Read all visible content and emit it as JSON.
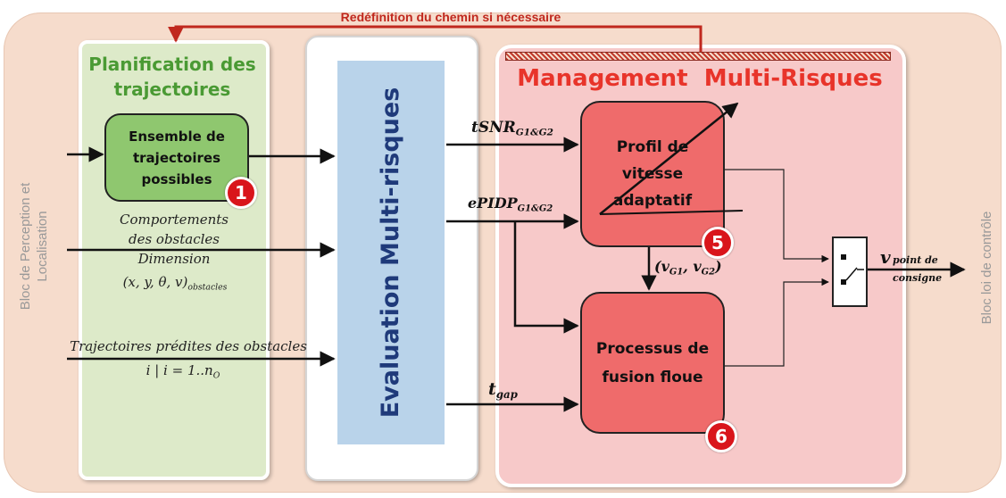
{
  "top_label": "Redéfinition du chemin si nécessaire",
  "left_side_label": "Bloc de Perception et Localisation",
  "left_side_lines": [
    "Bloc de Perception et",
    "Localisation"
  ],
  "right_side_label": "Bloc loi de contrôle",
  "planning": {
    "title_lines": [
      "Planification des",
      "trajectoires"
    ],
    "box_lines": [
      "Ensemble de",
      "trajectoires",
      "possibles"
    ],
    "badge": "1"
  },
  "inputs": {
    "behaviour": [
      "Comportements",
      "des obstacles"
    ],
    "dimension": "Dimension",
    "dimension_formula": "(x, y, θ, v)",
    "dimension_sub": "obstacles",
    "predicted": "Trajectoires prédites des obstacles",
    "predicted_index": "i | i = 1..n",
    "predicted_sub": "O"
  },
  "evaluation": {
    "label": "Evaluation Multi-risques"
  },
  "management": {
    "title": "Management  Multi-Risques",
    "tsnr": "tSNR",
    "tsnr_sub": "G1&G2",
    "epidp": "ePIDP",
    "epidp_sub": "G1&G2",
    "tgap": "t",
    "tgap_sub": "gap",
    "profil_lines": [
      "Profil de",
      "vitesse",
      "adaptatif"
    ],
    "profil_badge": "5",
    "fusion_lines": [
      "Processus de",
      "fusion floue"
    ],
    "fusion_badge": "6",
    "vg_open": "(",
    "vg1": "v",
    "vg1_sub": "G1",
    "vg_sep": ", ",
    "vg2": "v",
    "vg2_sub": "G2",
    "vg_close": ")"
  },
  "output": {
    "v": "v",
    "sub_line1": "point de",
    "sub_line2": "consigne"
  }
}
